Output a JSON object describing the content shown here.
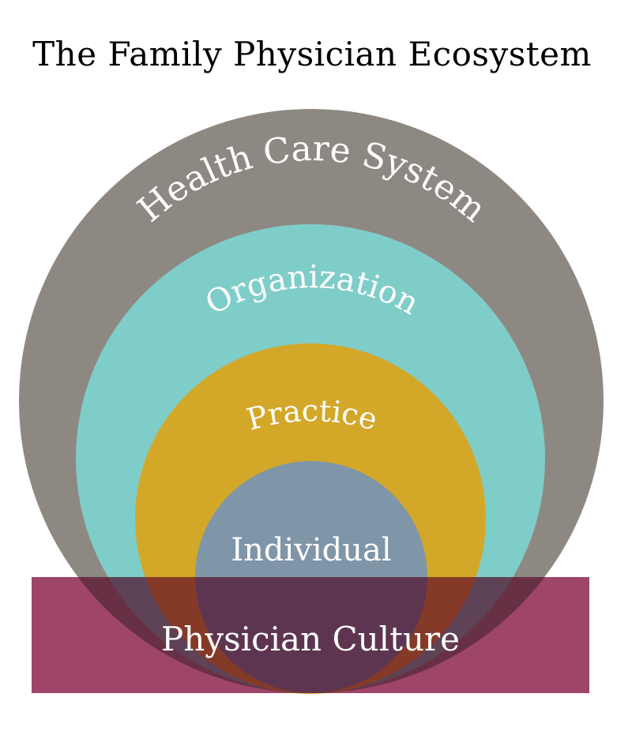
{
  "title": "The Family Physician Ecosystem",
  "layers": {
    "health_care_system": {
      "label": "Health Care System",
      "color": "#8e8883",
      "overlap_color": "#673044"
    },
    "organization": {
      "label": "Organization",
      "color": "#7fcdc8",
      "overlap_color": "#5e4255"
    },
    "practice": {
      "label": "Practice",
      "color": "#d3a829",
      "overlap_color": "#853a28"
    },
    "individual": {
      "label": "Individual",
      "color": "#7f95a8",
      "overlap_color": "#5e3550"
    }
  },
  "culture": {
    "label": "Physician Culture",
    "color": "#9e4569"
  }
}
